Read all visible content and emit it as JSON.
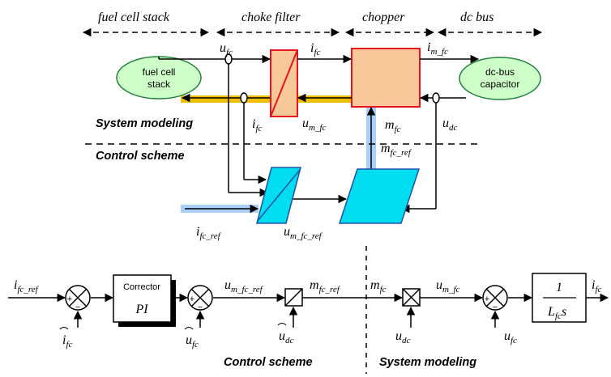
{
  "sections": {
    "fuel_cell_stack": "fuel cell stack",
    "choke_filter": "choke filter",
    "chopper": "chopper",
    "dc_bus": "dc bus"
  },
  "top_blocks": {
    "fuel_cell_stack_line1": "fuel cell",
    "fuel_cell_stack_line2": "stack",
    "capacitor_line1": "dc-bus",
    "capacitor_line2": "capacitor"
  },
  "modes": {
    "system_modeling": "System modeling",
    "control_scheme": "Control scheme"
  },
  "signals": {
    "u": "u",
    "i": "i",
    "m": "m",
    "fc": "fc",
    "m_fc": "m fc",
    "fc_ref": "fc ref",
    "m_fc_ref": "m fc ref",
    "dc": "dc",
    "L": "L",
    "s": "s",
    "one": "1"
  },
  "bottom_blocks": {
    "corrector": "Corrector",
    "pi": "PI"
  },
  "summers": {
    "plus": "+",
    "minus": "−"
  },
  "colors": {
    "orange_block": "#f8c89a",
    "red_border": "#e8141c",
    "cyan_block": "#00dcf0",
    "blue_border": "#2050a8",
    "green_fill": "#cfffc8",
    "green_border": "#208040",
    "yellow_band": "#f0c000",
    "blue_band": "#a8d0f8"
  }
}
